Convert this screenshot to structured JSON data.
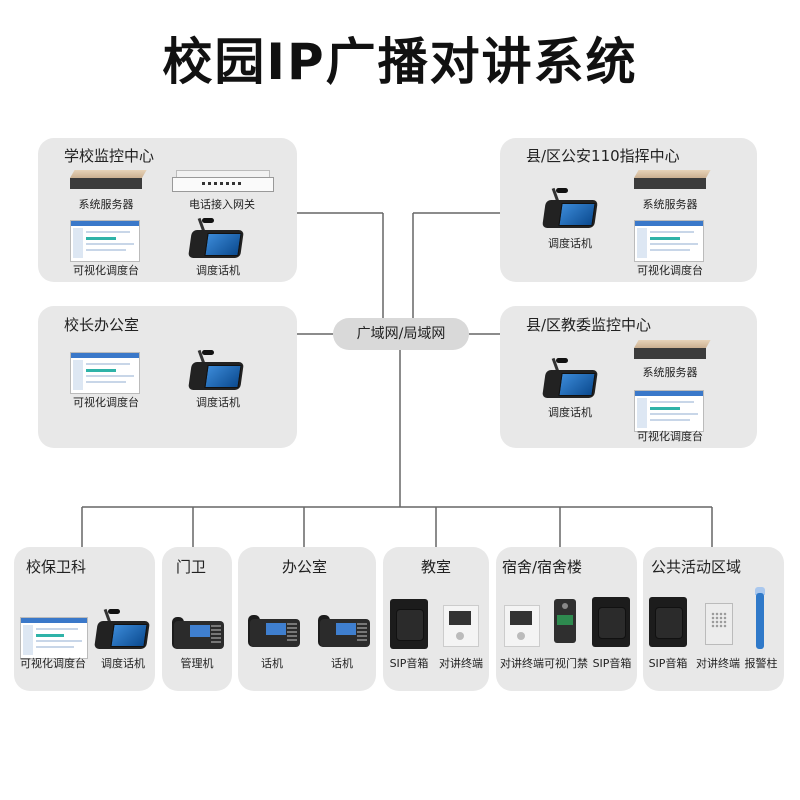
{
  "title": "校园IP广播对讲系统",
  "hub": "广域网/局域网",
  "panels": {
    "school_monitor": {
      "title": "学校监控中心",
      "labels": [
        "系统服务器",
        "电话接入网关",
        "可视化调度台",
        "调度话机"
      ]
    },
    "police": {
      "title": "县/区公安110指挥中心",
      "labels": [
        "系统服务器",
        "调度话机",
        "可视化调度台"
      ]
    },
    "principal": {
      "title": "校长办公室",
      "labels": [
        "可视化调度台",
        "调度话机"
      ]
    },
    "education": {
      "title": "县/区教委监控中心",
      "labels": [
        "系统服务器",
        "调度话机",
        "可视化调度台"
      ]
    },
    "security": {
      "title": "校保卫科",
      "labels": [
        "可视化调度台",
        "调度话机"
      ]
    },
    "gate": {
      "title": "门卫",
      "labels": [
        "管理机"
      ]
    },
    "office": {
      "title": "办公室",
      "labels": [
        "话机",
        "话机"
      ]
    },
    "classroom": {
      "title": "教室",
      "labels": [
        "SIP音箱",
        "对讲终端"
      ]
    },
    "dorm": {
      "title": "宿舍/宿舍楼",
      "labels": [
        "对讲终端",
        "可视门禁",
        "SIP音箱"
      ]
    },
    "public": {
      "title": "公共活动区域",
      "labels": [
        "SIP音箱",
        "对讲终端",
        "报警柱"
      ]
    }
  },
  "colors": {
    "panel": "#e8e8e8",
    "line": "#666666",
    "screen_accent": "#3a78c9"
  }
}
